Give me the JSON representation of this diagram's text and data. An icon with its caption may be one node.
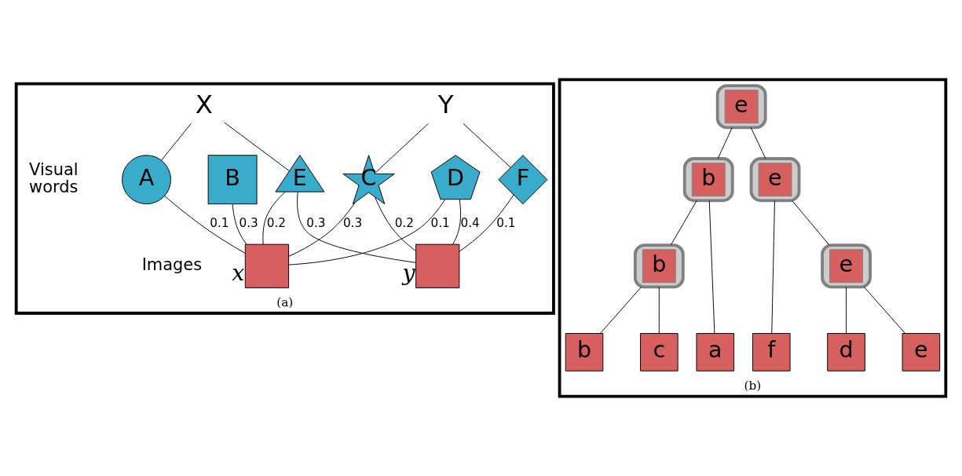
{
  "diagram": {
    "nodes": [
      {
        "text": [],
        "shape": "box",
        "beside": [
          "(a)"
        ]
      },
      {
        "text": [
          "X"
        ],
        "in": 0
      },
      {
        "text": [
          "Y"
        ],
        "in": 0
      },
      {
        "text": [
          "A"
        ],
        "in": 0
      },
      {
        "text": [
          "B"
        ],
        "in": 0
      },
      {
        "text": [
          "C"
        ],
        "in": 0
      },
      {
        "text": [
          "D"
        ],
        "in": 0
      },
      {
        "text": [
          "E"
        ],
        "in": 0
      },
      {
        "text": [
          "F"
        ],
        "in": 0
      },
      {
        "text": [],
        "shape": "box",
        "beside": [
          "x"
        ],
        "in": 0
      },
      {
        "text": [],
        "shape": "box",
        "beside": [
          "y"
        ],
        "in": 0
      },
      {
        "text": [],
        "shape": "box",
        "beside": [
          "(b)"
        ]
      },
      {
        "text": [
          "e"
        ],
        "in": 11
      },
      {
        "text": [
          "b"
        ],
        "in": 11
      },
      {
        "text": [
          "e"
        ],
        "in": 11
      },
      {
        "text": [
          "b"
        ],
        "in": 11
      },
      {
        "text": [
          "e"
        ],
        "in": 11
      },
      {
        "text": [
          "a"
        ],
        "in": 11
      },
      {
        "text": [
          "b"
        ],
        "in": 11
      },
      {
        "text": [
          "c"
        ],
        "in": 11
      },
      {
        "text": [
          "e"
        ],
        "in": 11
      },
      {
        "text": [
          "d"
        ],
        "in": 11
      },
      {
        "text": [
          "f"
        ],
        "in": 11
      }
    ],
    "edges": [
      {
        "from": 1,
        "to": 3,
        "arrow": "none"
      },
      {
        "from": 1,
        "to": 7,
        "arrow": "none"
      },
      {
        "from": 2,
        "to": 5,
        "arrow": "none"
      },
      {
        "from": 2,
        "to": 8,
        "arrow": "none"
      },
      {
        "from": 3,
        "to": 9,
        "arrow": "none",
        "label": "0.1"
      },
      {
        "from": 4,
        "to": 9,
        "arrow": "none",
        "label": "0.3"
      },
      {
        "from": 5,
        "to": 9,
        "arrow": "none",
        "label": "0.3"
      },
      {
        "from": 5,
        "to": 10,
        "arrow": "none",
        "label": "0.2"
      },
      {
        "from": 6,
        "to": 9,
        "arrow": "none",
        "label": "0.1"
      },
      {
        "from": 7,
        "to": 9,
        "arrow": "none",
        "label": "0.2"
      },
      {
        "from": 6,
        "to": 10,
        "arrow": "none",
        "label": "0.4"
      },
      {
        "from": 7,
        "to": 10,
        "arrow": "none",
        "label": "0.3"
      },
      {
        "from": 8,
        "to": 10,
        "arrow": "none",
        "label": "0.1"
      },
      {
        "from": 12,
        "to": 13,
        "arrow": "none"
      },
      {
        "from": 12,
        "to": 14,
        "arrow": "none"
      },
      {
        "from": 13,
        "to": 17,
        "arrow": "none"
      },
      {
        "from": 13,
        "to": 15,
        "arrow": "none"
      },
      {
        "from": 15,
        "to": 18,
        "arrow": "none"
      },
      {
        "from": 15,
        "to": 19,
        "arrow": "none"
      },
      {
        "from": 14,
        "to": 16,
        "arrow": "none"
      },
      {
        "from": 14,
        "to": 22,
        "arrow": "none"
      },
      {
        "from": 16,
        "to": 20,
        "arrow": "none"
      },
      {
        "from": 16,
        "to": 21,
        "arrow": "none"
      }
    ],
    "labels": [
      "Visual words",
      "Images"
    ]
  }
}
